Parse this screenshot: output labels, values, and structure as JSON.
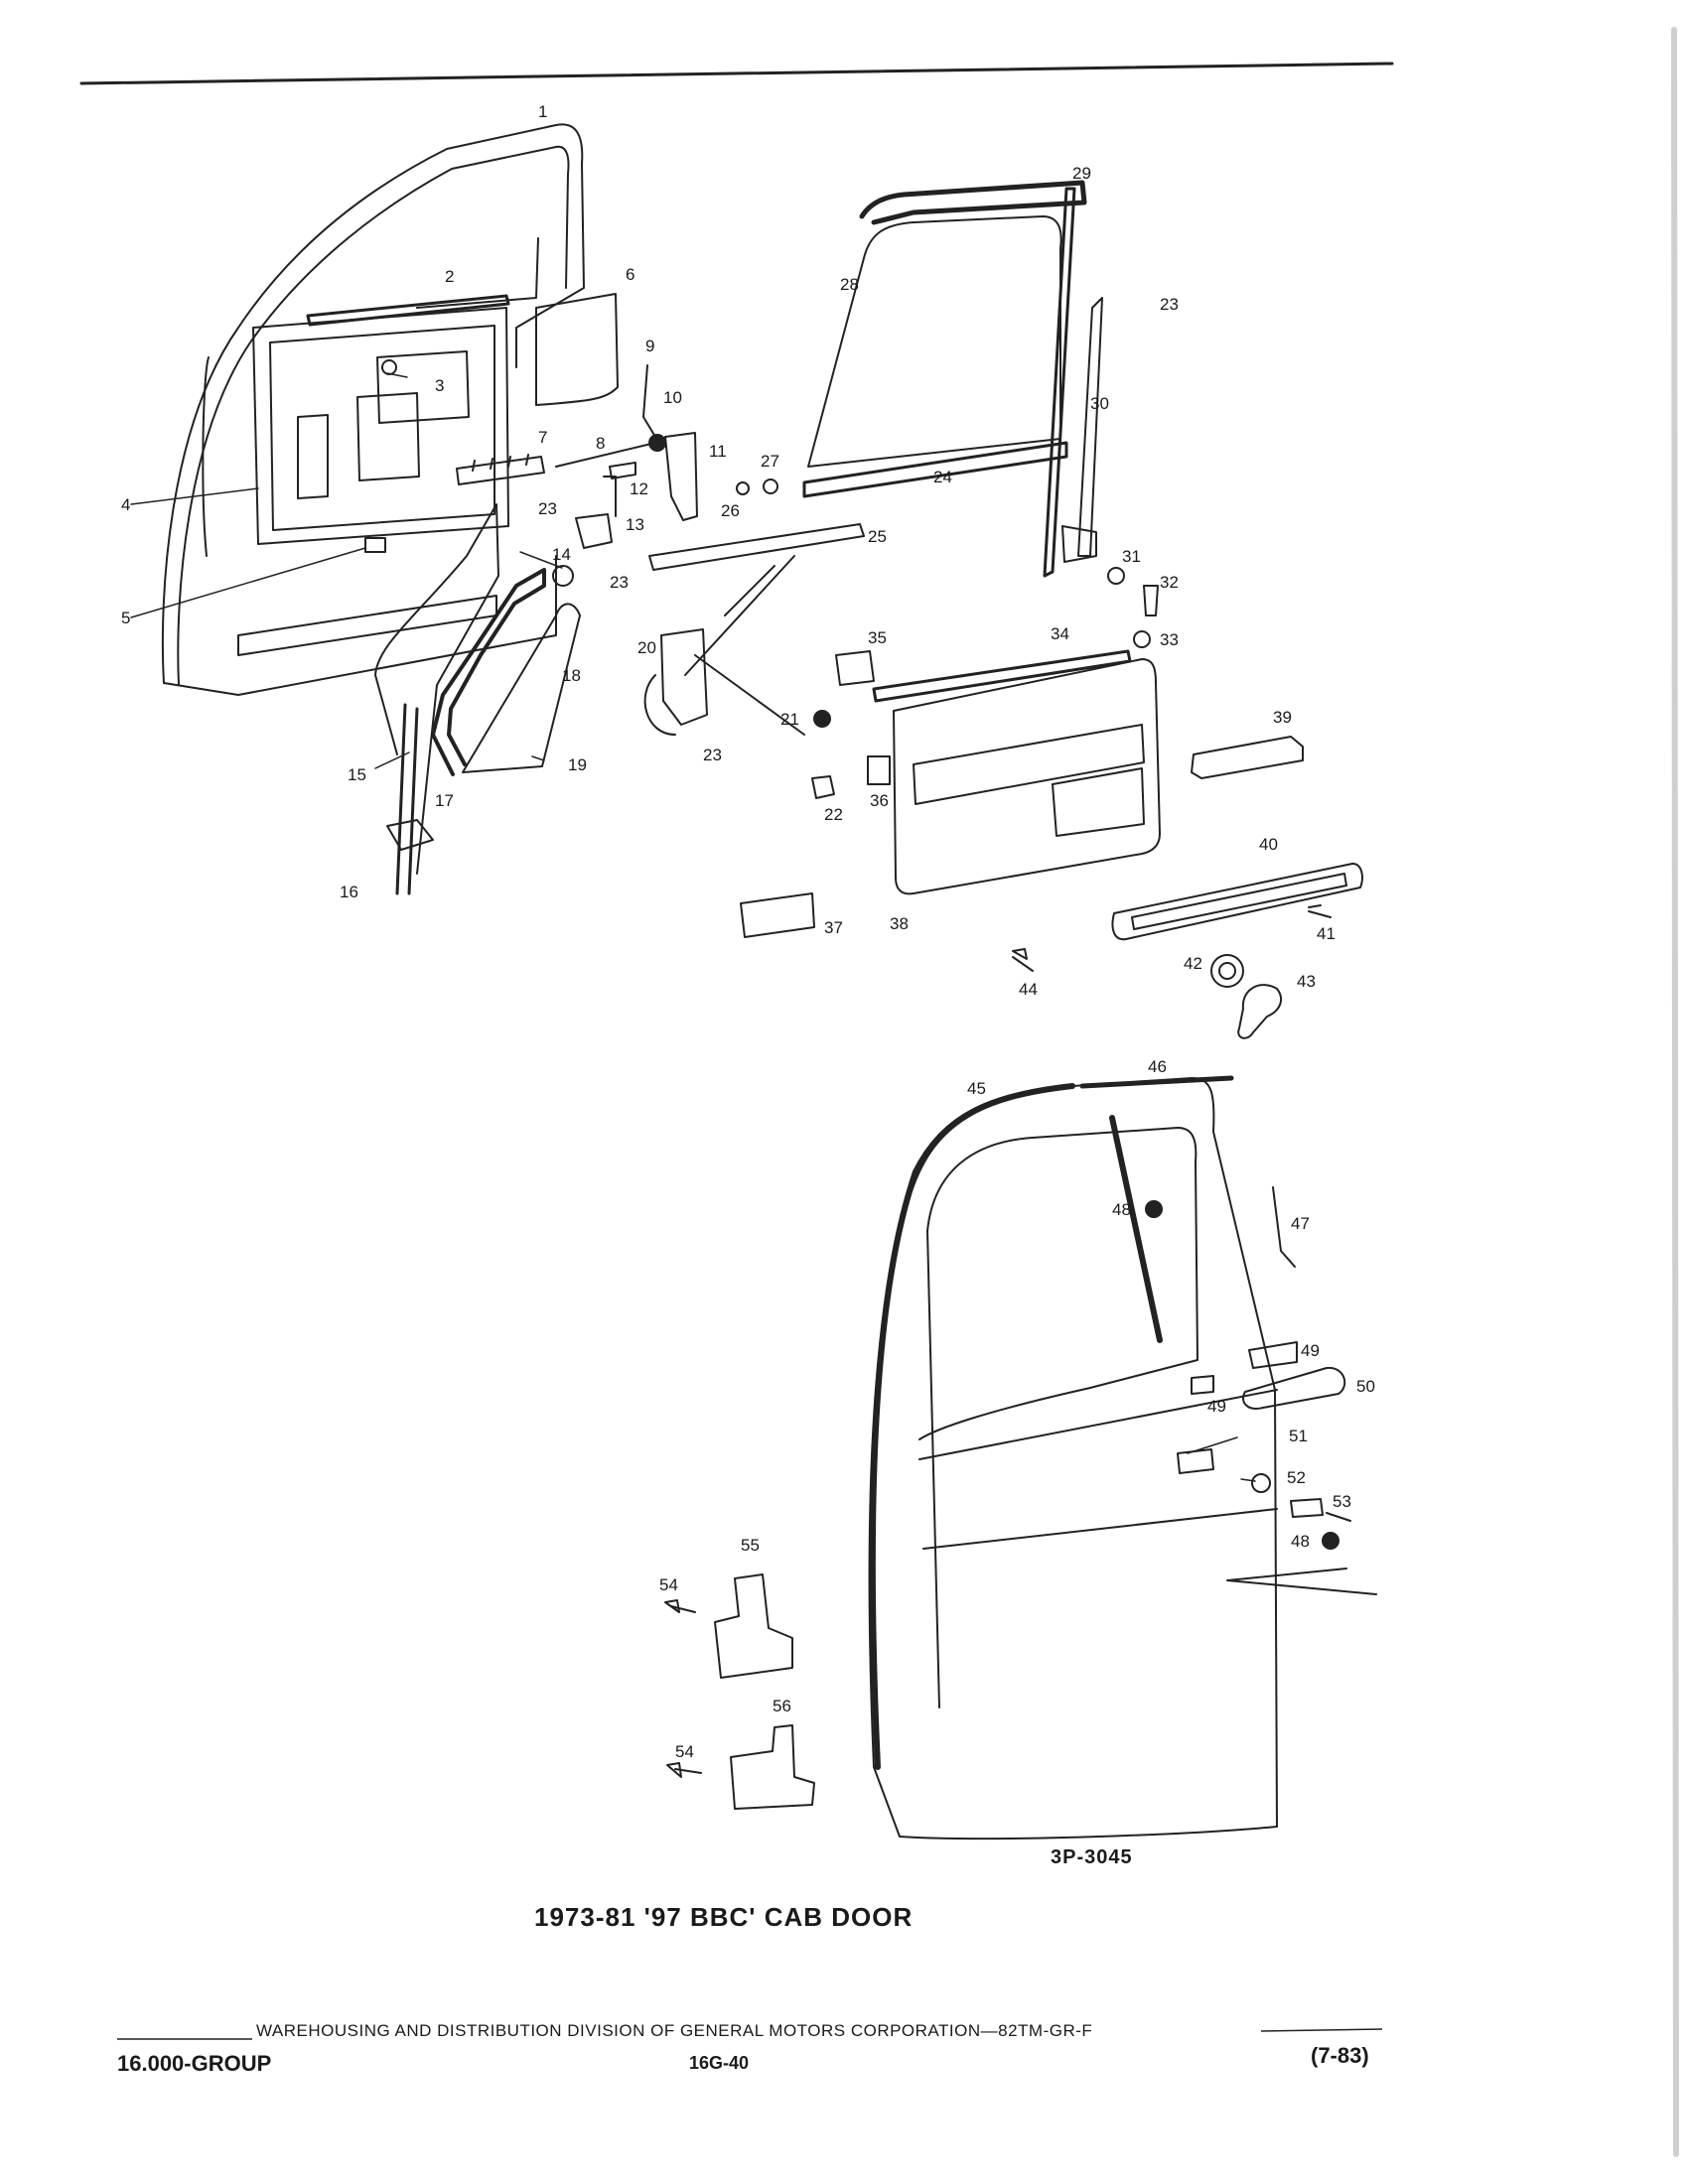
{
  "figure": {
    "title": "1973-81 '97 BBC' CAB DOOR",
    "code": "3P-3045"
  },
  "footer": {
    "division_line": "WAREHOUSING AND DISTRIBUTION  DIVISION OF GENERAL MOTORS CORPORATION—82TM-GR-F",
    "group": "16.000-GROUP",
    "page": "16G-40",
    "revision": "(7-83)"
  },
  "callouts": {
    "c1": "1",
    "c2": "2",
    "c3": "3",
    "c4": "4",
    "c5": "5",
    "c6": "6",
    "c7": "7",
    "c8": "8",
    "c9": "9",
    "c10": "10",
    "c11": "11",
    "c12": "12",
    "c13": "13",
    "c14": "14",
    "c15": "15",
    "c16": "16",
    "c17": "17",
    "c18": "18",
    "c19": "19",
    "c20": "20",
    "c21": "21",
    "c22": "22",
    "c23": "23",
    "c24": "24",
    "c25": "25",
    "c26": "26",
    "c27": "27",
    "c28": "28",
    "c29": "29",
    "c30": "30",
    "c31": "31",
    "c32": "32",
    "c33": "33",
    "c34": "34",
    "c35": "35",
    "c36": "36",
    "c37": "37",
    "c38": "38",
    "c39": "39",
    "c40": "40",
    "c41": "41",
    "c42": "42",
    "c43": "43",
    "c44": "44",
    "c45": "45",
    "c46": "46",
    "c47": "47",
    "c48": "48",
    "c49": "49",
    "c50": "50",
    "c51": "51",
    "c52": "52",
    "c53": "53",
    "c54": "54",
    "c55": "55",
    "c56": "56"
  }
}
